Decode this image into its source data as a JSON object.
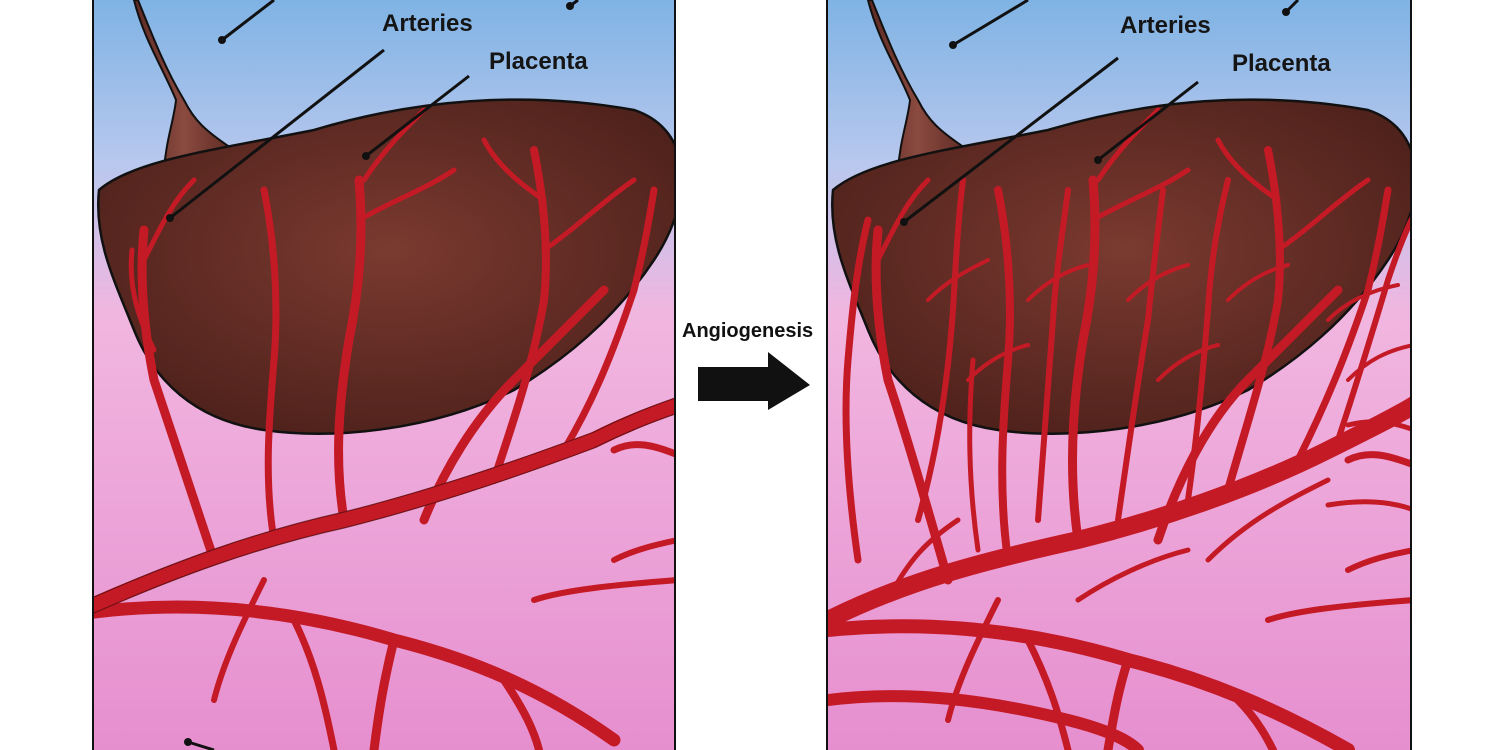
{
  "left_panel": {
    "arteries_label": "Arteries",
    "placenta_label": "Placenta"
  },
  "right_panel": {
    "arteries_label": "Arteries",
    "placenta_label": "Placenta"
  },
  "process_label": "Angiogenesis",
  "colors": {
    "background": "#ffffff",
    "sky": "#7fb3e4",
    "tissue": "#ec9bd2",
    "placenta": "#5e2a22",
    "vessel": "#c41a26",
    "outline": "#111111"
  },
  "icons": {
    "process_arrow": "arrow-right-icon"
  }
}
